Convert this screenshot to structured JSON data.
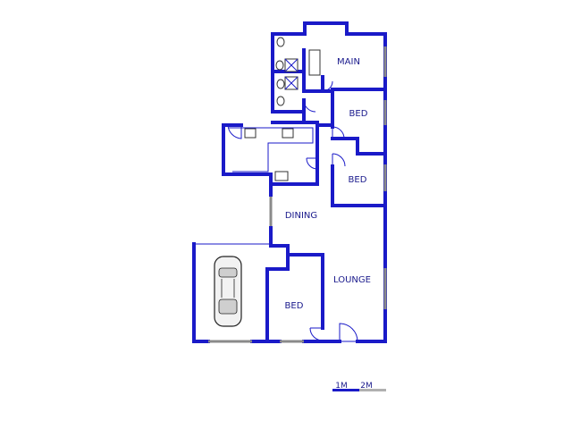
{
  "rooms": {
    "main": "MAIN",
    "bed_top": "BED",
    "bed_mid": "BED",
    "dining": "DINING",
    "lounge": "LOUNGE",
    "bed_bottom": "BED"
  },
  "scale": {
    "label_1": "1M",
    "label_2": "2M"
  },
  "colors": {
    "wall": "#1a1ac8",
    "window": "#8a8a8a",
    "scale_primary": "#1a1ac8",
    "scale_secondary": "#b0b0b0"
  }
}
